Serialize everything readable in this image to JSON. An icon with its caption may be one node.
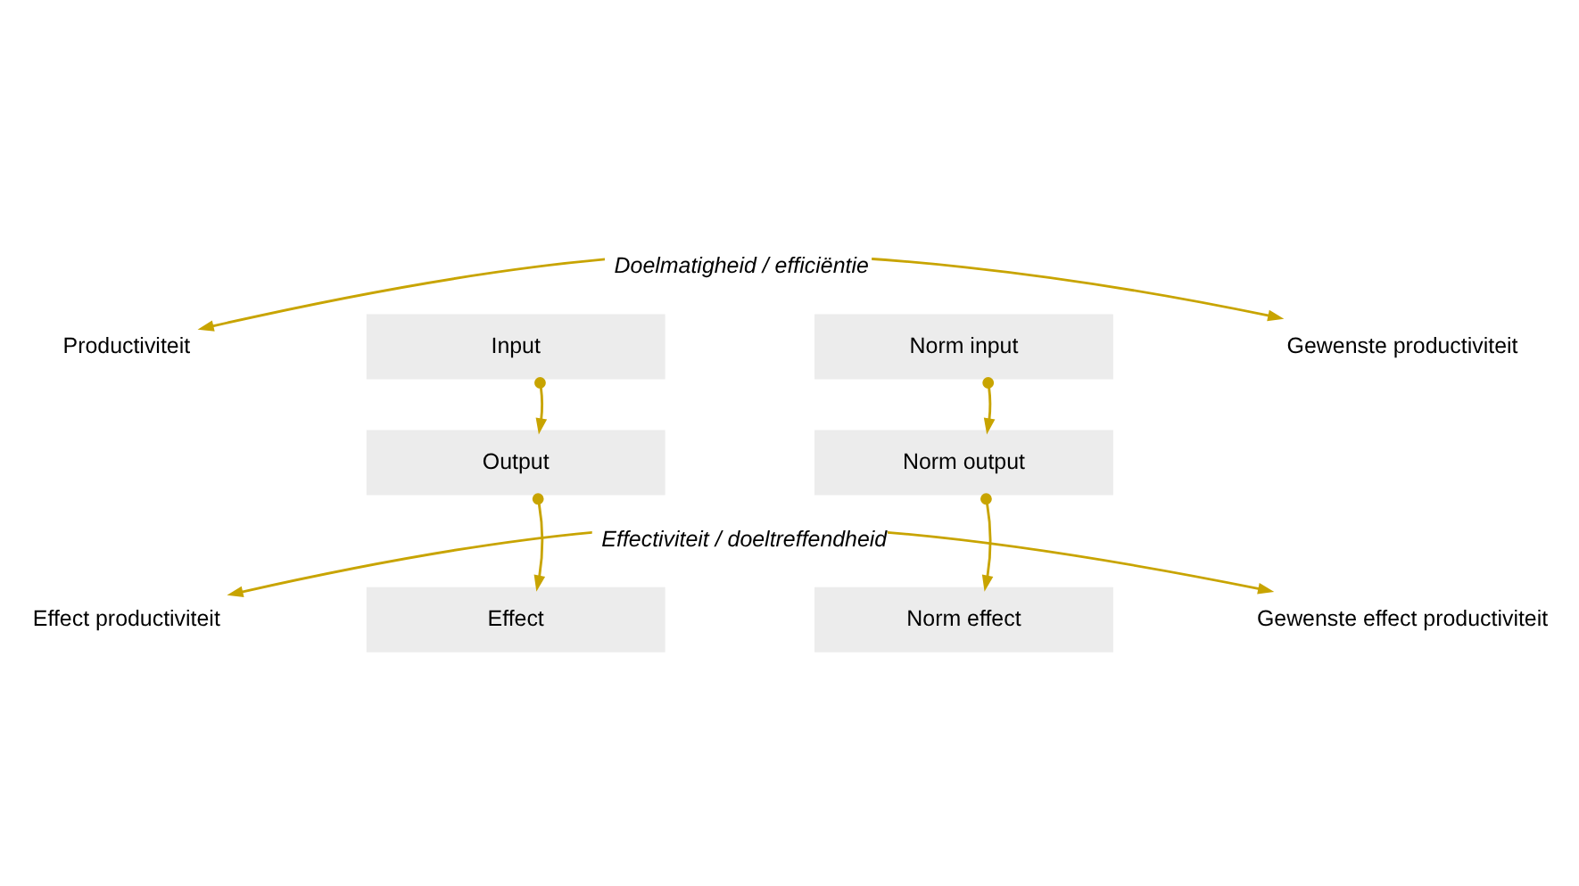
{
  "diagram": {
    "nodes": [
      {
        "text": [
          "Input"
        ]
      },
      {
        "text": [
          "Norm input"
        ]
      },
      {
        "text": [
          "Output"
        ]
      },
      {
        "text": [
          "Norm output"
        ]
      },
      {
        "text": [
          "Effect"
        ]
      },
      {
        "text": [
          "Norm effect"
        ]
      },
      {
        "text": [
          "Productiviteit"
        ]
      },
      {
        "text": [
          "Gewenste productiviteit"
        ]
      },
      {
        "text": [
          "Effect productiviteit"
        ]
      },
      {
        "text": [
          "Gewenste effect productiviteit"
        ]
      }
    ],
    "edges": [
      {
        "from": 0,
        "to": 2,
        "arrow": "to"
      },
      {
        "from": 1,
        "to": 3,
        "arrow": "to"
      },
      {
        "from": 2,
        "to": 4,
        "arrow": "to"
      },
      {
        "from": 3,
        "to": 5,
        "arrow": "to"
      },
      {
        "from": 6,
        "to": 7,
        "arrow": "both",
        "label": "Doelmatigheid / efficiëntie"
      },
      {
        "from": 8,
        "to": 9,
        "arrow": "both",
        "label": "Effectiviteit / doeltreffendheid"
      }
    ]
  }
}
